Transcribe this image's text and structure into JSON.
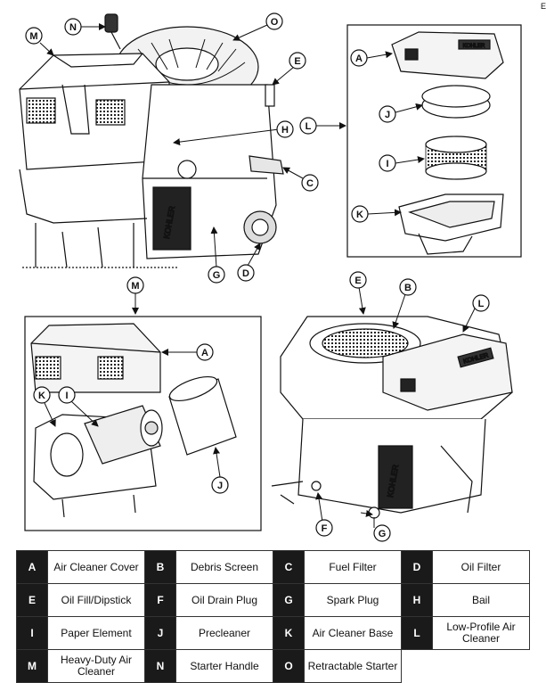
{
  "corner_mark": "E",
  "brand": "KOHLER",
  "legend": [
    [
      {
        "key": "A",
        "label": "Air Cleaner Cover"
      },
      {
        "key": "B",
        "label": "Debris Screen"
      },
      {
        "key": "C",
        "label": "Fuel Filter"
      },
      {
        "key": "D",
        "label": "Oil Filter"
      }
    ],
    [
      {
        "key": "E",
        "label": "Oil Fill/Dipstick"
      },
      {
        "key": "F",
        "label": "Oil Drain Plug"
      },
      {
        "key": "G",
        "label": "Spark Plug"
      },
      {
        "key": "H",
        "label": "Bail"
      }
    ],
    [
      {
        "key": "I",
        "label": "Paper Element"
      },
      {
        "key": "J",
        "label": "Precleaner"
      },
      {
        "key": "K",
        "label": "Air Cleaner Base"
      },
      {
        "key": "L",
        "label": "Low-Profile Air Cleaner"
      }
    ],
    [
      {
        "key": "M",
        "label": "Heavy-Duty Air Cleaner"
      },
      {
        "key": "N",
        "label": "Starter Handle"
      },
      {
        "key": "O",
        "label": "Retractable Starter"
      }
    ]
  ],
  "callouts": {
    "A": "A",
    "B": "B",
    "C": "C",
    "D": "D",
    "E": "E",
    "F": "F",
    "G": "G",
    "H": "H",
    "I": "I",
    "J": "J",
    "K": "K",
    "L": "L",
    "M": "M",
    "N": "N",
    "O": "O"
  }
}
